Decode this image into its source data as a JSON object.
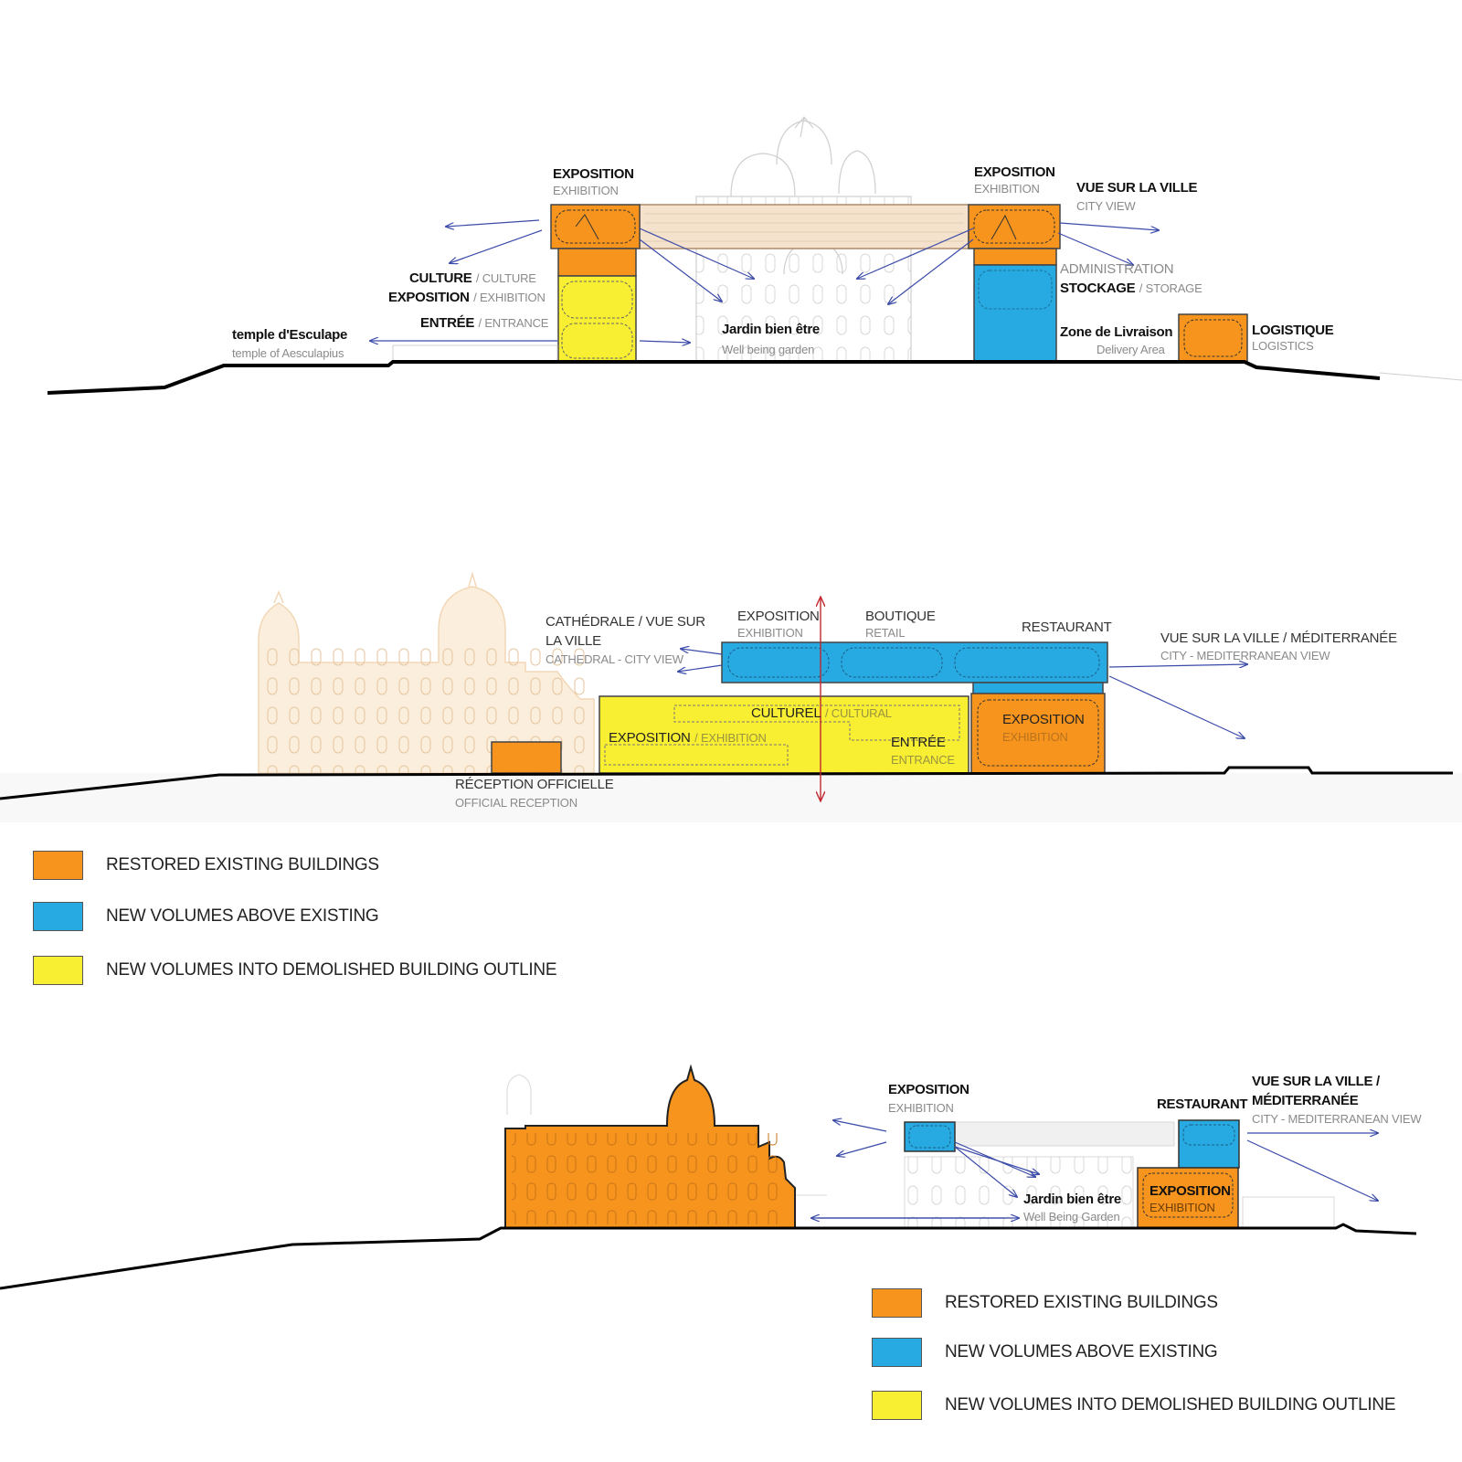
{
  "colors": {
    "restored": "#f7941d",
    "new_above": "#27a9e1",
    "new_demolished": "#f8ee32",
    "ground": "#000000",
    "arrow": "#3a4aa8",
    "section_arrow": "#c2272d"
  },
  "legend_items": [
    {
      "key": "restored",
      "label": "RESTORED EXISTING BUILDINGS"
    },
    {
      "key": "new_above",
      "label": "NEW VOLUMES ABOVE EXISTING"
    },
    {
      "key": "new_demolished",
      "label": "NEW VOLUMES INTO DEMOLISHED BUILDING OUTLINE"
    }
  ],
  "section1": {
    "expo_left_fr": "EXPOSITION",
    "expo_left_en": "EXHIBITION",
    "expo_right_fr": "EXPOSITION",
    "expo_right_en": "EXHIBITION",
    "vue_fr": "VUE SUR LA VILLE",
    "vue_en": "CITY  VIEW",
    "culture_fr": "CULTURE",
    "culture_en": "/ CULTURE",
    "exposition_fr": "EXPOSITION",
    "exposition_en": "/ EXHIBITION",
    "entree_fr": "ENTRÉE",
    "entree_en": "/ ENTRANCE",
    "temple_fr": "temple d'Esculape",
    "temple_en": "temple of Aesculapius",
    "jardin_fr": "Jardin bien être",
    "jardin_en": "Well being garden",
    "admin": "ADMINISTRATION",
    "stockage_fr": "STOCKAGE",
    "stockage_en": "/ STORAGE",
    "livraison_fr": "Zone de Livraison",
    "livraison_en": "Delivery Area",
    "logistique_fr": "LOGISTIQUE",
    "logistique_en": "LOGISTICS"
  },
  "section2": {
    "cathedrale_1": "CATHÉDRALE / VUE SUR",
    "cathedrale_2": "LA VILLE",
    "cathedrale_en": "CATHEDRAL - CITY VIEW",
    "expo_fr": "EXPOSITION",
    "expo_en": "EXHIBITION",
    "boutique_fr": "BOUTIQUE",
    "boutique_en": "RETAIL",
    "restaurant": "RESTAURANT",
    "vue_fr": "VUE SUR LA VILLE / MÉDITERRANÉE",
    "vue_en": "CITY - MEDITERRANEAN VIEW",
    "culturel_fr": "CULTUREL",
    "culturel_en": "/ CULTURAL",
    "exposition_fr": "EXPOSITION",
    "exposition_en": "/ EXHIBITION",
    "entree_fr": "ENTRÉE",
    "entree_en": "ENTRANCE",
    "expo_box_fr": "EXPOSITION",
    "expo_box_en": "EXHIBITION",
    "reception_fr": "RÉCEPTION OFFICIELLE",
    "reception_en": "OFFICIAL RECEPTION"
  },
  "section3": {
    "expo_fr": "EXPOSITION",
    "expo_en": "EXHIBITION",
    "restaurant": "RESTAURANT",
    "vue_fr_1": "VUE SUR LA VILLE /",
    "vue_fr_2": "MÉDITERRANÉE",
    "vue_en": "CITY - MEDITERRANEAN VIEW",
    "jardin_fr": "Jardin bien être",
    "jardin_en": "Well Being Garden",
    "expo_box_fr": "EXPOSITION",
    "expo_box_en": "EXHIBITION"
  }
}
